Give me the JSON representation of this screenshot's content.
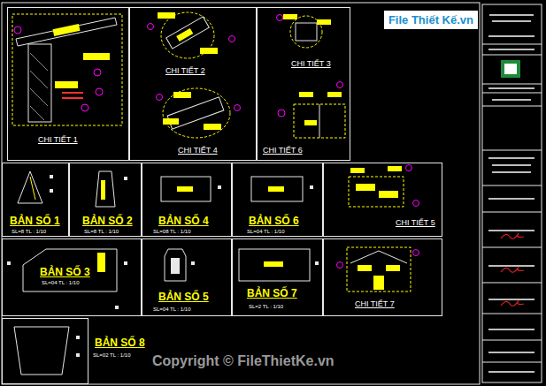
{
  "diagram": {
    "nodes": [
      {
        "text": [
          "CHI TIẾT 1"
        ]
      },
      {
        "text": [
          "CHI TIẾT 2",
          "CHI TIẾT 4"
        ]
      },
      {
        "text": [
          "CHI TIẾT 3",
          "CHI TIẾT 6"
        ]
      },
      {
        "text": [
          "BẢN SỐ 1",
          "SL=8 TL : 1/10"
        ]
      },
      {
        "text": [
          "BẢN SỐ 2",
          "SL=8 TL : 1/10"
        ]
      },
      {
        "text": [
          "BẢN SỐ 4",
          "SL=08 TL : 1/10"
        ]
      },
      {
        "text": [
          "BẢN SỐ 6",
          "SL=04 TL : 1/10"
        ]
      },
      {
        "text": [
          "CHI TIẾT 5"
        ]
      },
      {
        "text": [
          "BẢN SỐ 3",
          "SL=04 TL : 1/10"
        ]
      },
      {
        "text": [
          "BẢN SỐ 5",
          "SL=04 TL : 1/10"
        ]
      },
      {
        "text": [
          "BẢN SỐ 7",
          "SL=2 TL : 1/10"
        ]
      },
      {
        "text": [
          "CHI TIẾT 7"
        ]
      },
      {
        "text": [
          "BẢN SỐ 8",
          "SL=02 TL : 1/10"
        ]
      }
    ],
    "labels": [
      "File Thiết Kế.vn",
      "Copyright © FileThietKe.vn"
    ]
  }
}
